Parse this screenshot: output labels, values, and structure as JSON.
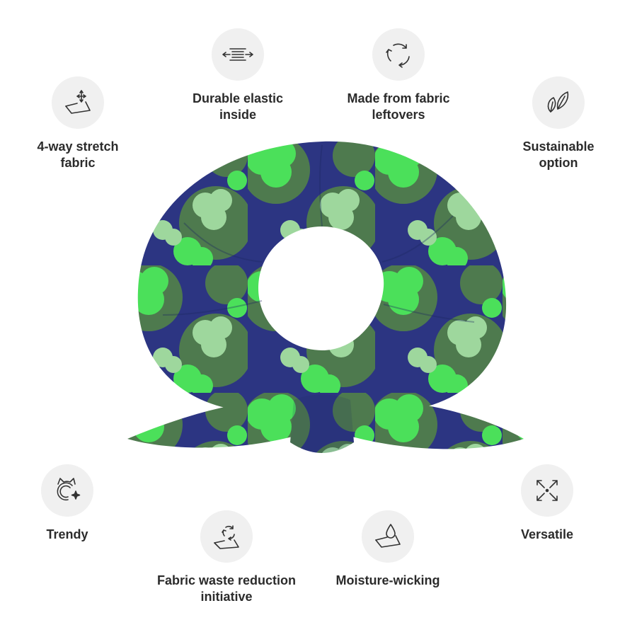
{
  "features": [
    {
      "id": "stretch",
      "label": "4-way stretch\nfabric",
      "icon": "stretch-fabric-icon"
    },
    {
      "id": "elastic",
      "label": "Durable elastic\ninside",
      "icon": "elastic-icon"
    },
    {
      "id": "leftovers",
      "label": "Made from fabric\nleftovers",
      "icon": "recycle-icon"
    },
    {
      "id": "sustainable",
      "label": "Sustainable\noption",
      "icon": "leaves-icon"
    },
    {
      "id": "trendy",
      "label": "Trendy",
      "icon": "trendy-cat-icon"
    },
    {
      "id": "waste",
      "label": "Fabric waste reduction\ninitiative",
      "icon": "fabric-recycle-icon"
    },
    {
      "id": "moisture",
      "label": "Moisture-wicking",
      "icon": "water-drop-icon"
    },
    {
      "id": "versatile",
      "label": "Versatile",
      "icon": "expand-arrows-icon"
    }
  ],
  "product": {
    "name": "scrunchie",
    "colors": {
      "navy": "#2c3582",
      "dark_green": "#4e7a4e",
      "bright_green": "#4be05a",
      "pale_green": "#9ed79d"
    }
  }
}
